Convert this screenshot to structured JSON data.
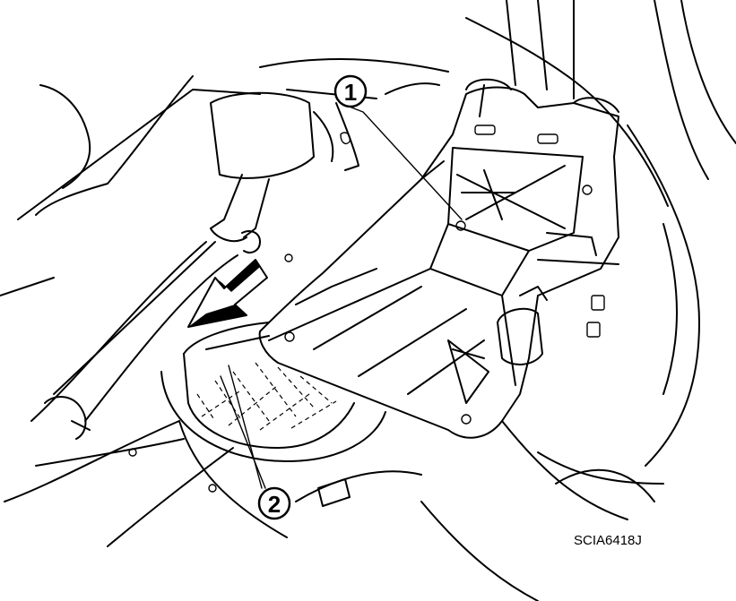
{
  "callouts": [
    {
      "id": "1",
      "label": "1"
    },
    {
      "id": "2",
      "label": "2"
    }
  ],
  "figure_code": "SCIA6418J",
  "icons": [
    "arrow-icon"
  ]
}
